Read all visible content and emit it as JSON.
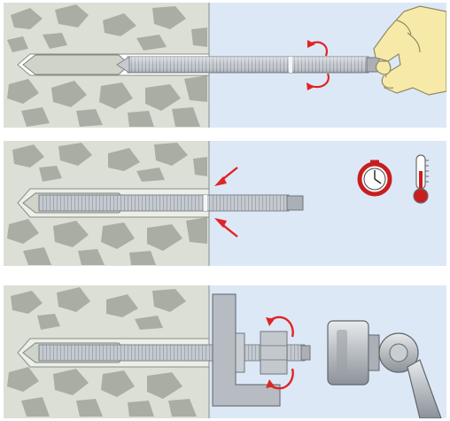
{
  "diagram": {
    "steps": [
      {
        "id": 1,
        "icons": [
          "concrete-block",
          "threaded-rod",
          "rotation-arrow",
          "gloved-hand"
        ]
      },
      {
        "id": 2,
        "icons": [
          "concrete-block",
          "threaded-rod",
          "pressure-arrow",
          "pressure-arrow",
          "curing-time-icon",
          "thermometer-icon"
        ]
      },
      {
        "id": 3,
        "icons": [
          "concrete-block",
          "threaded-rod",
          "angle-bracket",
          "washer",
          "hex-nut",
          "rotation-arrow",
          "socket-wrench"
        ]
      }
    ],
    "colors": {
      "concrete": "#dcdfd6",
      "stone": "#a9ada4",
      "air": "#dde8f7",
      "rod": "#b9bfc6",
      "arrow": "#e02424",
      "glove": "#f7eaa8",
      "steel": "#b4b9be"
    }
  }
}
